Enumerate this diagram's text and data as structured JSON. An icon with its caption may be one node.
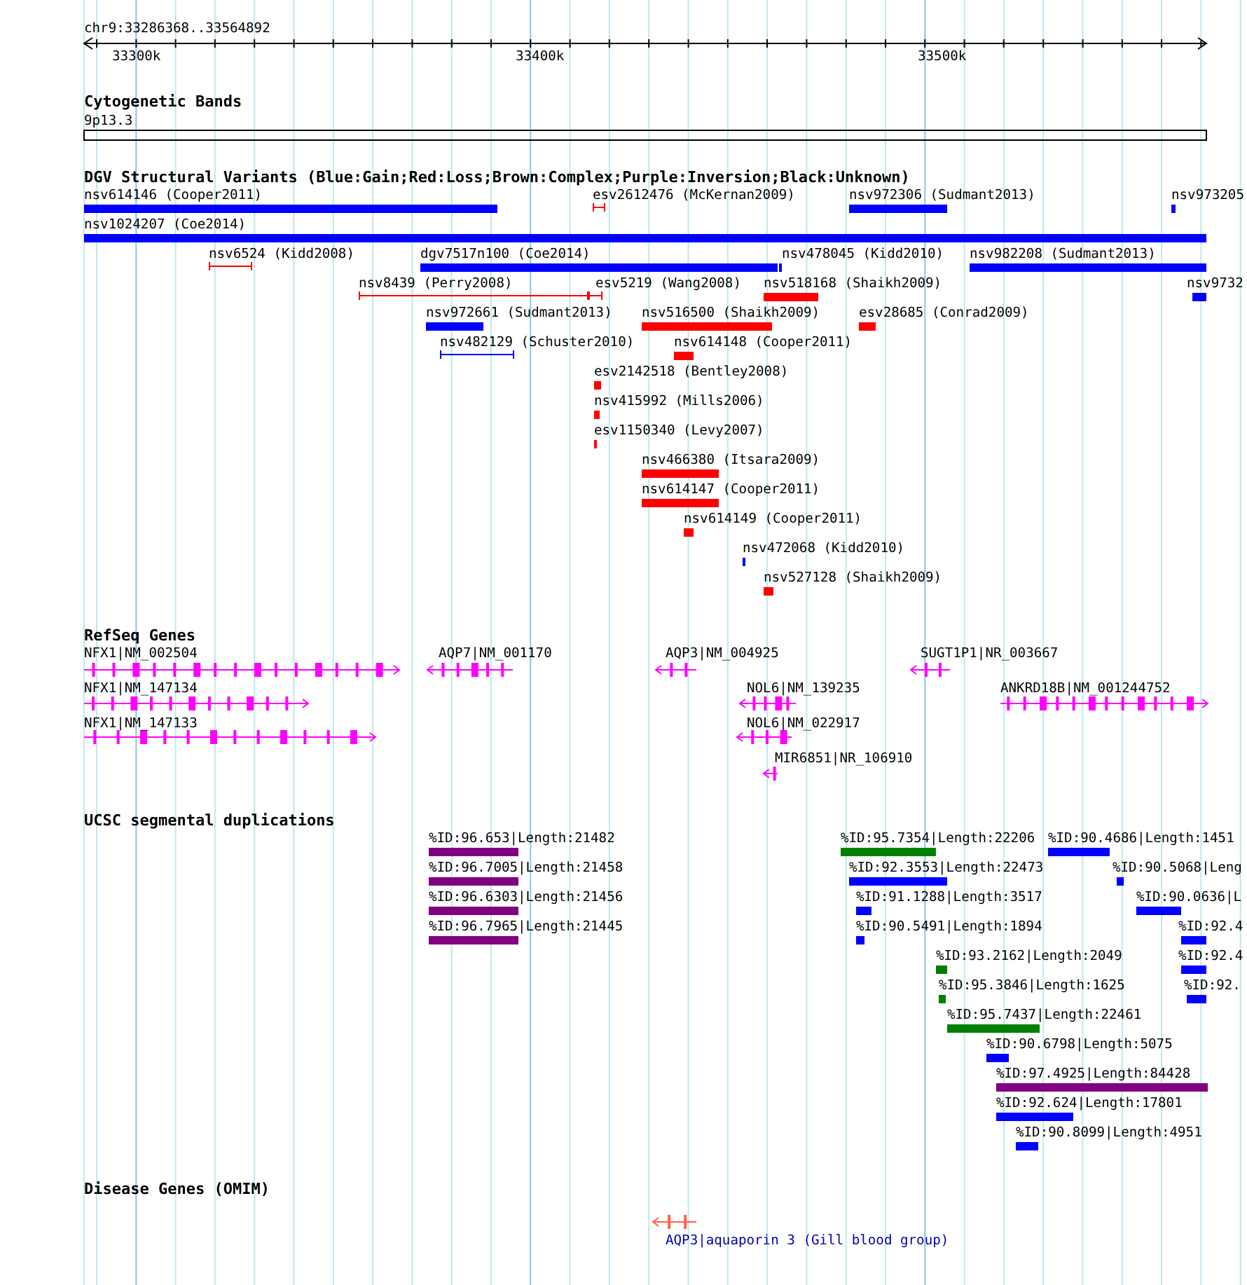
{
  "diagram": {
    "labels": [
      "chr9:33286368..33564892",
      "33300k",
      "33400k",
      "33500k",
      "Cytogenetic Bands",
      "9p13.3",
      "DGV Structural Variants (Blue:Gain;Red:Loss;Brown:Complex;Purple:Inversion;Black:Unknown)",
      "nsv614146 (Cooper2011)",
      "esv2612476 (McKernan2009)",
      "nsv972306 (Sudmant2013)",
      "nsv973205",
      "nsv1024207 (Coe2014)",
      "nsv6524 (Kidd2008)",
      "dgv7517n100 (Coe2014)",
      "nsv478045 (Kidd2010)",
      "nsv982208 (Sudmant2013)",
      "nsv8439 (Perry2008)",
      "esv5219 (Wang2008)",
      "nsv518168 (Shaikh2009)",
      "nsv9732",
      "nsv972661 (Sudmant2013)",
      "nsv516500 (Shaikh2009)",
      "esv28685 (Conrad2009)",
      "nsv482129 (Schuster2010)",
      "nsv614148 (Cooper2011)",
      "esv2142518 (Bentley2008)",
      "nsv415992 (Mills2006)",
      "esv1150340 (Levy2007)",
      "nsv466380 (Itsara2009)",
      "nsv614147 (Cooper2011)",
      "nsv614149 (Cooper2011)",
      "nsv472068 (Kidd2010)",
      "nsv527128 (Shaikh2009)",
      "RefSeq Genes",
      "NFX1|NM_002504",
      "AQP7|NM_001170",
      "AQP3|NM_004925",
      "SUGT1P1|NR_003667",
      "NFX1|NM_147134",
      "NOL6|NM_139235",
      "ANKRD18B|NM_001244752",
      "NFX1|NM_147133",
      "NOL6|NM_022917",
      "MIR6851|NR_106910",
      "UCSC segmental duplications",
      "%ID:96.653|Length:21482",
      "%ID:95.7354|Length:22206",
      "%ID:90.4686|Length:1451",
      "%ID:96.7005|Length:21458",
      "%ID:92.3553|Length:22473",
      "%ID:90.5068|Leng",
      "%ID:96.6303|Length:21456",
      "%ID:91.1288|Length:3517",
      "%ID:90.0636|L",
      "%ID:96.7965|Length:21445",
      "%ID:90.5491|Length:1894",
      "%ID:92.4",
      "%ID:93.2162|Length:2049",
      "%ID:92.4",
      "%ID:95.3846|Length:1625",
      "%ID:92.",
      "%ID:95.7437|Length:22461",
      "%ID:90.6798|Length:5075",
      "%ID:97.4925|Length:84428",
      "%ID:92.624|Length:17801",
      "%ID:90.8099|Length:4951",
      "Disease Genes (OMIM)",
      "AQP3|aquaporin 3 (Gill blood group)"
    ]
  }
}
